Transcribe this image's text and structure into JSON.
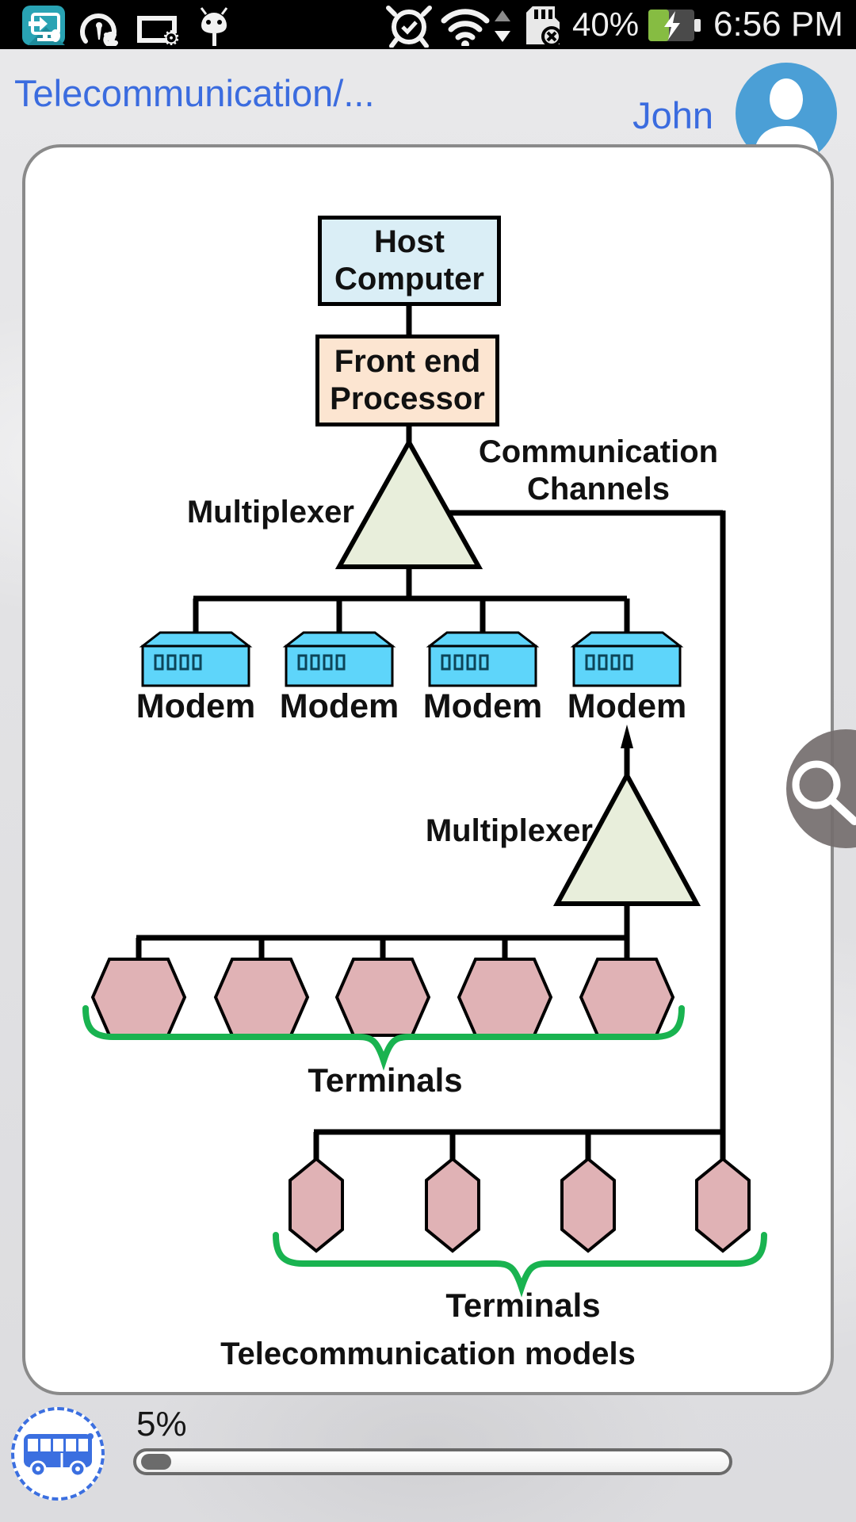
{
  "status_bar": {
    "time": "6:56 PM",
    "battery_percent": "40%",
    "left_icons": [
      "screen-share-app-icon",
      "gauge-wrench-icon",
      "tablet-settings-icon",
      "android-robot-icon"
    ],
    "right_icons": [
      "alarm-check-icon",
      "wifi-icon",
      "transfer-arrows-icon",
      "sdcard-error-icon",
      "battery-charging-icon"
    ]
  },
  "header": {
    "title": "Telecommunication/...",
    "user_name": "John"
  },
  "diagram": {
    "host_label": "Host\nComputer",
    "fep_label": "Front end\nProcessor",
    "multiplexer_top_label": "Multiplexer",
    "multiplexer_bottom_label": "Multiplexer",
    "channels_label": "Communication\nChannels",
    "modems": [
      "Modem",
      "Modem",
      "Modem",
      "Modem"
    ],
    "terminals_top_label": "Terminals",
    "terminals_top_count": 5,
    "terminals_bottom_label": "Terminals",
    "terminals_bottom_count": 4,
    "caption": "Telecommunication models"
  },
  "footer": {
    "progress_label": "5%",
    "progress_value": 5,
    "bus_icon": "bus-icon"
  },
  "search_button": "magnifier-icon",
  "colors": {
    "accent_blue": "#3b6cdf",
    "avatar_blue": "#4b9fd6",
    "host_fill": "#daeef6",
    "fep_fill": "#fce5d1",
    "multiplexer_fill": "#e8eedb",
    "modem_cyan": "#5ed5fa",
    "terminal_pink": "#e0b2b5",
    "brace_green": "#19b350",
    "battery_green": "#86bc42"
  }
}
